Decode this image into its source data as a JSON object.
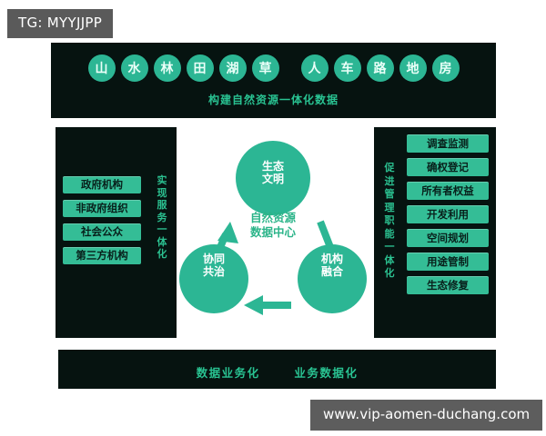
{
  "tag": {
    "label": "TG: MYYJJPP"
  },
  "watermark": {
    "label": "www.vip-aomen-duchang.com"
  },
  "top_banner": {
    "caption": "构建自然资源一体化数据",
    "group_a": [
      "山",
      "水",
      "林",
      "田",
      "湖",
      "草"
    ],
    "group_b": [
      "人",
      "车",
      "路",
      "地",
      "房"
    ]
  },
  "left_panel": {
    "vertical_label": "实现服务一体化",
    "items": [
      "政府机构",
      "非政府组织",
      "社会公众",
      "第三方机构"
    ]
  },
  "right_panel": {
    "vertical_label": "促进管理职能一体化",
    "items": [
      "调查监测",
      "确权登记",
      "所有者权益",
      "开发利用",
      "空间规划",
      "用途管制",
      "生态修复"
    ]
  },
  "cycle": {
    "center_line1": "自然资源",
    "center_line2": "数据中心",
    "top_line1": "生态",
    "top_line2": "文明",
    "right_line1": "机构",
    "right_line2": "融合",
    "left_line1": "协同",
    "left_line2": "共治"
  },
  "bottom_banner": {
    "left_label": "数据业务化",
    "right_label": "业务数据化"
  },
  "colors": {
    "panel_bg": "#061310",
    "accent_teal": "#2cb694",
    "chip_bg": "#34bd96",
    "caption_green": "#29c392",
    "tag_gray": "#5a5a5a",
    "page_bg": "#ffffff"
  }
}
